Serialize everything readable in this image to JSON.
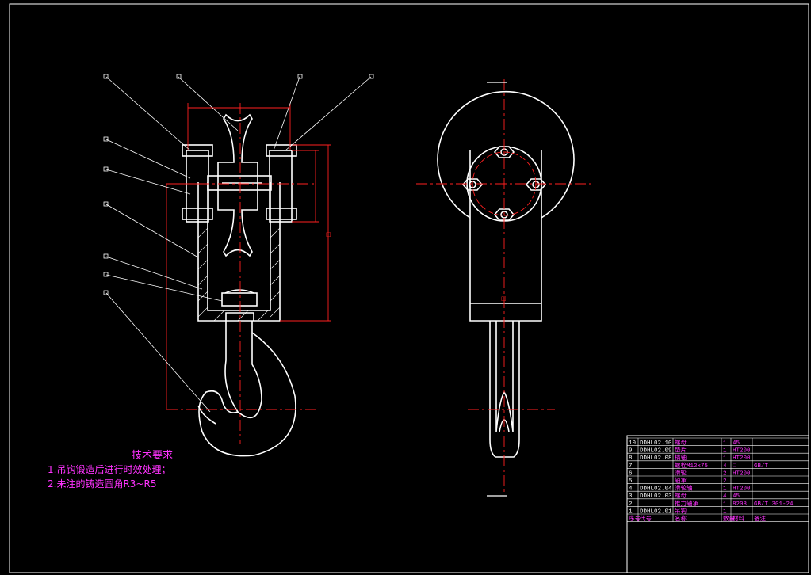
{
  "tech_requirements": {
    "heading": "技术要求",
    "items": [
      "1.吊钩锻造后进行时效处理；",
      "2.未注的铸造圆角R3~R5"
    ]
  },
  "dimension_marks": {
    "front_height": "□",
    "side_center": "□"
  },
  "bom": {
    "rows": [
      {
        "no": "10",
        "code": "DDHL02.10",
        "name": "螺母",
        "qty": "1",
        "material": "45",
        "remark": ""
      },
      {
        "no": "9",
        "code": "DDHL02.09",
        "name": "垫片",
        "qty": "1",
        "material": "HT200",
        "remark": ""
      },
      {
        "no": "8",
        "code": "DDHL02.08",
        "name": "横轴",
        "qty": "1",
        "material": "HT200",
        "remark": ""
      },
      {
        "no": "7",
        "code": "",
        "name": "螺栓M12x75",
        "qty": "4",
        "material": "□",
        "remark": "GB/T"
      },
      {
        "no": "6",
        "code": "",
        "name": "滑轮",
        "qty": "2",
        "material": "HT200",
        "remark": ""
      },
      {
        "no": "5",
        "code": "",
        "name": "轴承",
        "qty": "2",
        "material": "",
        "remark": ""
      },
      {
        "no": "4",
        "code": "DDHL02.04",
        "name": "滑轮轴",
        "qty": "1",
        "material": "HT200",
        "remark": ""
      },
      {
        "no": "3",
        "code": "DDHL02.03",
        "name": "螺母",
        "qty": "4",
        "material": "45",
        "remark": ""
      },
      {
        "no": "2",
        "code": "",
        "name": "推力轴承",
        "qty": "1",
        "material": "8208",
        "remark": "GB/T 301-24"
      },
      {
        "no": "1",
        "code": "DDHL02.01",
        "name": "吊钩",
        "qty": "1",
        "material": "",
        "remark": ""
      }
    ],
    "header": {
      "no": "序号",
      "code": "代号",
      "name": "名称",
      "qty": "数量",
      "material": "材料",
      "remark": "备注"
    }
  },
  "colors": {
    "line": "#ffffff",
    "center_line": "#ff2020",
    "dimension": "#ff2020",
    "text": "#ff33ff",
    "frame": "#ffffff"
  }
}
